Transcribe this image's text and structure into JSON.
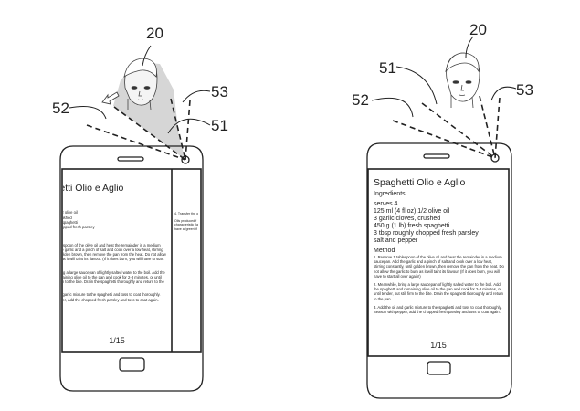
{
  "figure_labels": {
    "user": "20",
    "beam_face": "51",
    "beam_left": "52",
    "beam_top": "53"
  },
  "recipe": {
    "title": "Spaghetti Olio e Aglio",
    "ingredients_heading": "Ingredients",
    "ingredients": [
      "serves 4",
      "125 ml (4 fl oz) 1/2 olive oil",
      "3 garlic cloves, crushed",
      "450 g (1 lb) fresh spaghetti",
      "3 tbsp roughly chopped fresh parsley",
      "salt and pepper"
    ],
    "method_heading": "Method",
    "steps": [
      "1. Reserve 1 tablespoon of the olive oil and heat the remainder in a medium saucepan. Add the garlic and a pinch of salt and cook over a low heat, stirring constantly, until golden brown, then remove the pan from the heat. Do not allow the garlic to burn as it will taint its flavour. (If it does burn, you will have to start all over again!)",
      "2. Meanwhile, bring a large saucepan of lightly salted water to the boil. Add the spaghetti and remaining olive oil to the pan and cook for 2-3 minutes, or until tender, but still firm to the bite. Drain the spaghetti thoroughly and return to the pan.",
      "3. Add the oil and garlic mixture to the spaghetti and toss to coat thoroughly. Season with pepper, add the chopped fresh parsley and toss to coat again."
    ],
    "page_indicator": "1/15"
  },
  "next_page_preview": {
    "lines": [
      "4. Transfer the o",
      "Oils produced f",
      "characteristic fla",
      "have a 'green' fl"
    ]
  }
}
